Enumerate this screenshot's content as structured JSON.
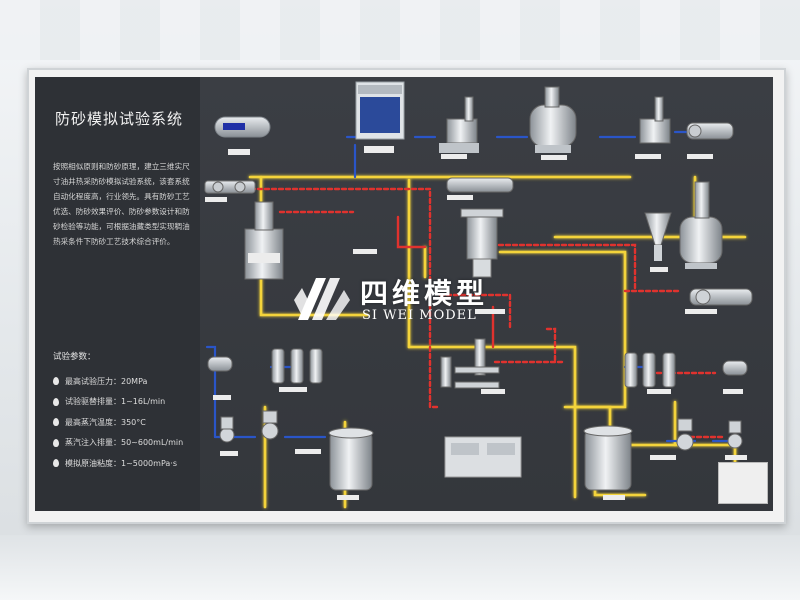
{
  "panel": {
    "title": "防砂模拟试验系统",
    "intro": "按照相似原则和防砂原理，建立三维实尺寸油井热采防砂模拟试验系统，该套系统自动化程度高，行业领先。具有防砂工艺优选、防砂效果评价、防砂参数设计和防砂检验等功能，可根据油藏类型实现稠油热采条件下防砂工艺技术综合评价。",
    "params_title": "试验参数：",
    "params": [
      "最高试验压力：20MPa",
      "试验驱替排量：1~16L/min",
      "最高蒸汽温度：350°C",
      "蒸汽注入排量：50~600mL/min",
      "模拟原油粘度：1~5000mPa·s"
    ]
  },
  "watermark": {
    "cn": "四维模型",
    "en": "SI WEI MODEL"
  },
  "colors": {
    "yellow_pipe": "#f4d43a",
    "red_pipe": "#e0322e",
    "blue_pipe": "#2a55c8",
    "board": "#3b3e44"
  }
}
